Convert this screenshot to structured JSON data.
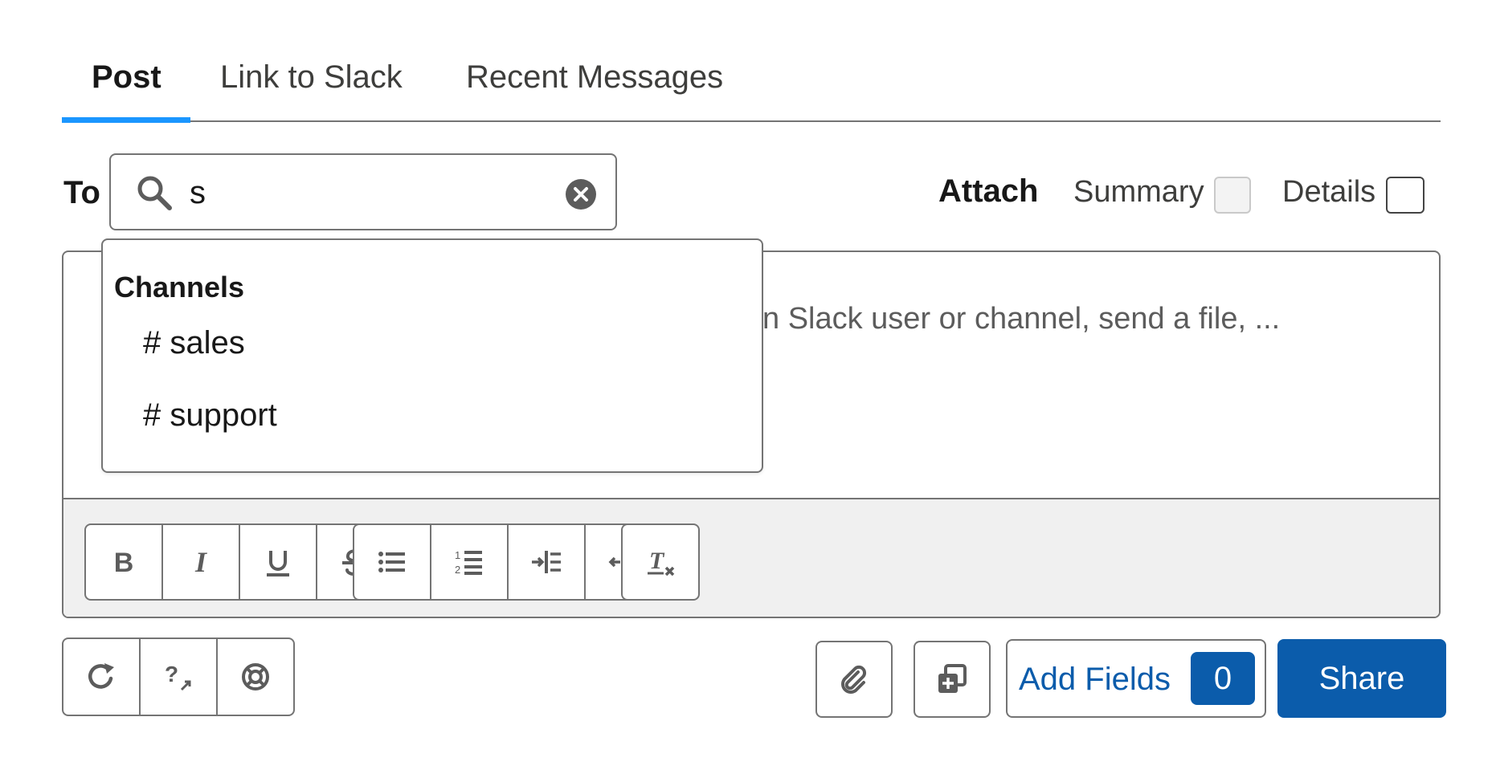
{
  "tabs": [
    {
      "label": "Post",
      "active": true
    },
    {
      "label": "Link to Slack",
      "active": false
    },
    {
      "label": "Recent Messages",
      "active": false
    }
  ],
  "to_field": {
    "label": "To",
    "value": "s",
    "search_icon": "search-icon",
    "clear_icon": "clear-icon"
  },
  "attach": {
    "label": "Attach",
    "summary_label": "Summary",
    "summary_checked": false,
    "summary_disabled": true,
    "details_label": "Details",
    "details_checked": false
  },
  "editor": {
    "placeholder_visible": "n Slack user or channel, send a file, ..."
  },
  "dropdown": {
    "header": "Channels",
    "items": [
      "# sales",
      "# support"
    ]
  },
  "toolbar": {
    "format_buttons": [
      "bold-icon",
      "italic-icon",
      "underline-icon",
      "strikethrough-icon"
    ],
    "list_buttons": [
      "bullet-list-icon",
      "numbered-list-icon",
      "indent-icon",
      "outdent-icon"
    ],
    "clear_button": "clear-formatting-icon"
  },
  "footer": {
    "left_buttons": [
      "refresh-icon",
      "help-icon",
      "support-icon"
    ],
    "attach_icon": "paperclip-icon",
    "insert_icon": "insert-icon",
    "add_fields_label": "Add Fields",
    "add_fields_count": "0",
    "share_label": "Share"
  },
  "colors": {
    "accent": "#1b96ff",
    "brand": "#0b5cab",
    "border": "#747474",
    "toolbar_bg": "#f0f0f0"
  }
}
